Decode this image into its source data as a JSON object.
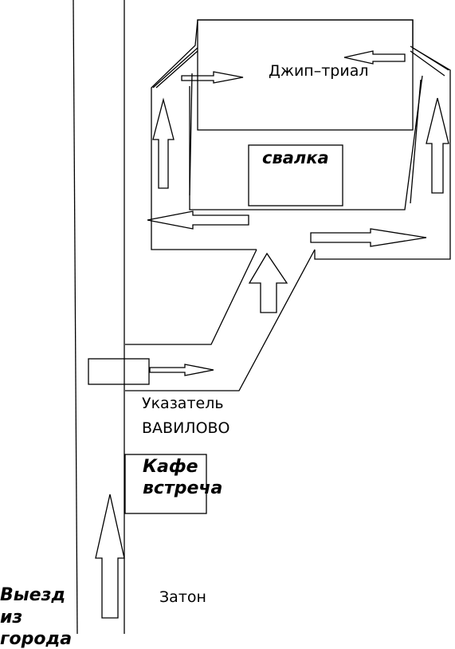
{
  "labels": {
    "jeep_trial": "Джип–триал",
    "dump": "свалка",
    "sign_line1": "Указатель",
    "sign_line2": "ВАВИЛОВО",
    "cafe_line1": "Кафе",
    "cafe_line2": "встреча",
    "zaton": "Затон",
    "exit_line1": "Выезд",
    "exit_line2": "из",
    "exit_line3": "города"
  },
  "colors": {
    "ink": "#000000",
    "paper": "#ffffff"
  }
}
